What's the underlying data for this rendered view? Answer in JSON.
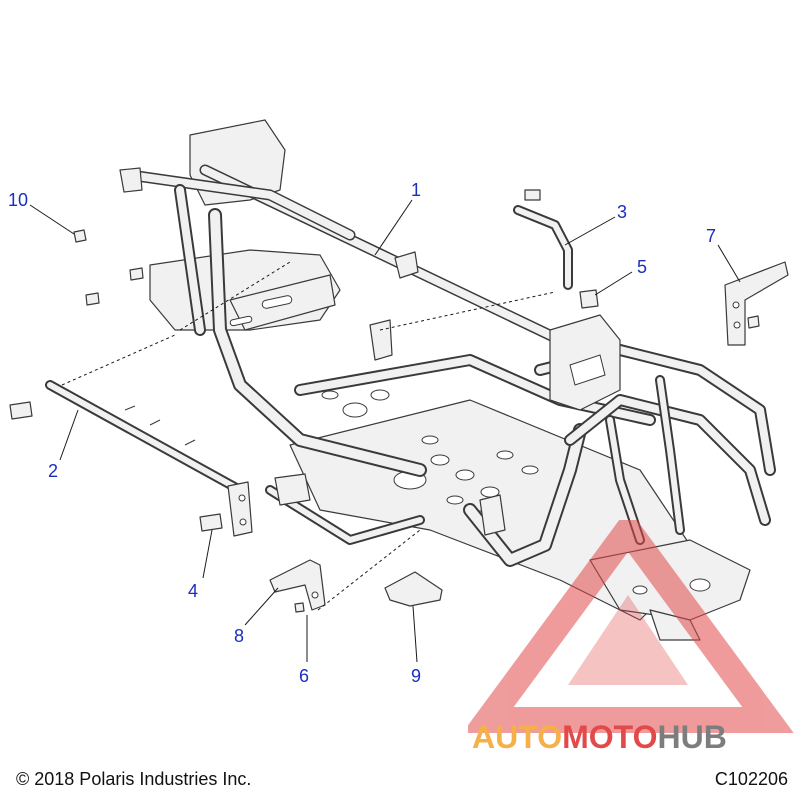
{
  "callouts": [
    {
      "id": "1",
      "label": "1"
    },
    {
      "id": "2",
      "label": "2"
    },
    {
      "id": "3",
      "label": "3"
    },
    {
      "id": "4",
      "label": "4"
    },
    {
      "id": "5",
      "label": "5"
    },
    {
      "id": "6",
      "label": "6"
    },
    {
      "id": "7",
      "label": "7"
    },
    {
      "id": "8",
      "label": "8"
    },
    {
      "id": "9",
      "label": "9"
    },
    {
      "id": "10",
      "label": "10"
    }
  ],
  "footer": {
    "copyright": "© 2018 Polaris Industries Inc.",
    "diagram_code": "C102206"
  },
  "watermark": {
    "part1": "AUTO",
    "part2": "MOTO",
    "part3": "HUB"
  },
  "colors": {
    "callout_text": "#1a2fbf",
    "watermark_orange": "#f5b04a",
    "watermark_red": "#e24a4a",
    "watermark_gray": "#7d7d7d"
  }
}
